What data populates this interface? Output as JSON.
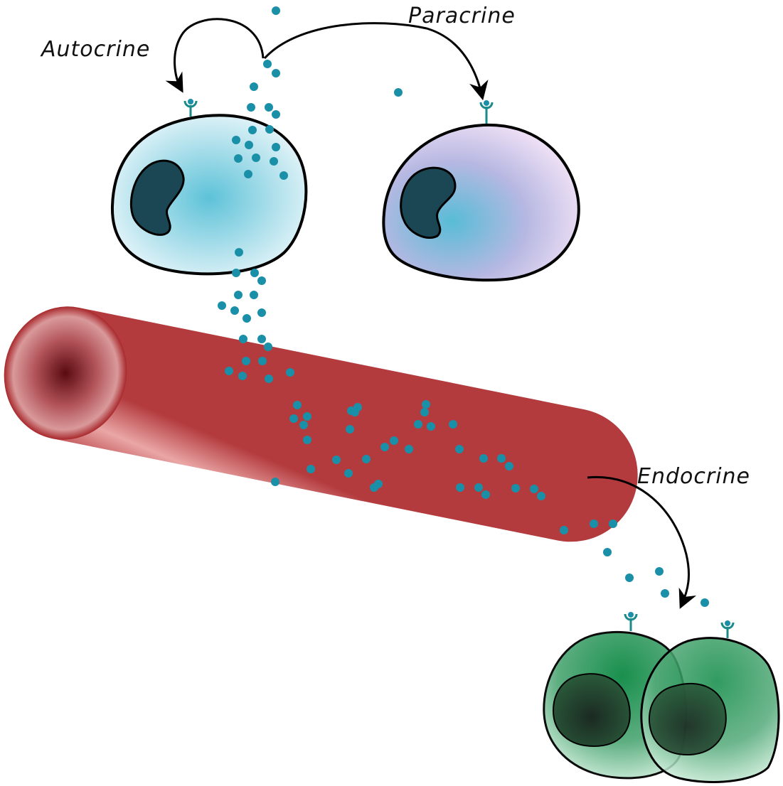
{
  "labels": {
    "autocrine": "Autocrine",
    "paracrine": "Paracrine",
    "endocrine": "Endocrine"
  },
  "colors": {
    "molecule": "#1a8fa8",
    "receptor": "#1a8a8a",
    "outline": "#000000",
    "nucleus": "#1a4a55",
    "secreting_cell_center": "#5dc2d8",
    "secreting_cell_edge": "#d6eef4",
    "paracrine_cell_center": "#5dbcd6",
    "paracrine_cell_edge": "#efe0f4",
    "blood_vessel_center": "#b0282a",
    "blood_vessel_highlight": "#e8a8a8",
    "blood_vessel_lumen": "#6a0f15",
    "target_cell_center": "#0f8a45",
    "target_cell_edge": "#c8ebd6",
    "target_nucleus": "#1e2f24"
  },
  "icons": {
    "receptor": "receptor-icon",
    "molecule": "signal-molecule-icon"
  }
}
